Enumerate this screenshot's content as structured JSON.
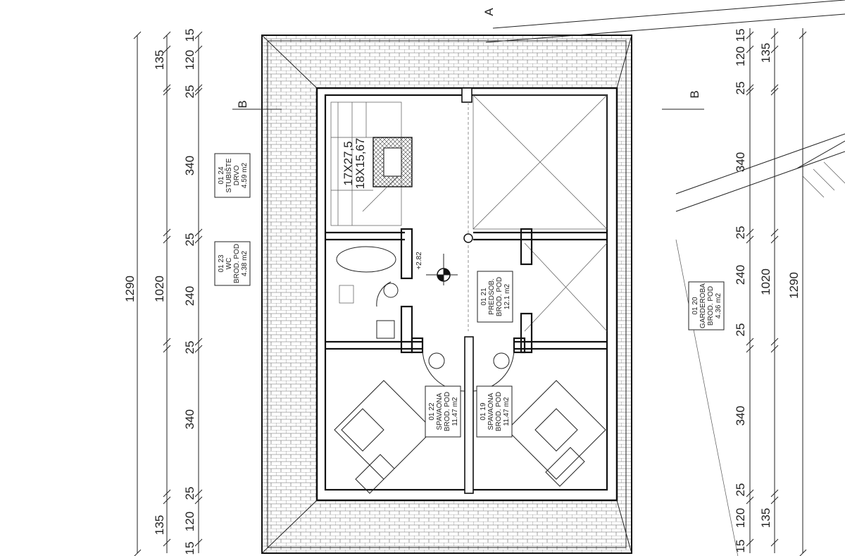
{
  "title": "Attic floor plan",
  "section_markers": {
    "a": "A",
    "b_left": "B",
    "b_right": "B"
  },
  "stair": {
    "dim1": "17X27,5",
    "dim2": "18X15,67"
  },
  "elevation": "+2.82",
  "rooms": [
    {
      "lines": [
        "01  24",
        "STUBIŠTE",
        "DRVO",
        "4.59  m2"
      ]
    },
    {
      "lines": [
        "01  23",
        "WC",
        "BROD.  POD",
        "4.38  m2"
      ]
    },
    {
      "lines": [
        "01  21",
        "PREDSOB.",
        "BROD.  POD",
        "12.1  m2"
      ]
    },
    {
      "lines": [
        "01  22",
        "SPAVAONA",
        "BROD.  POD",
        "11.47  m2"
      ]
    },
    {
      "lines": [
        "01  19",
        "SPAVAONA",
        "BROD.  POD",
        "11.47  m2"
      ]
    },
    {
      "lines": [
        "01  20",
        "GARDEROBA",
        "BROD.  POD",
        "4.36  m2"
      ]
    }
  ],
  "dims_left_inner": [
    "15",
    "120",
    "25",
    "340",
    "25",
    "240",
    "25",
    "340",
    "25",
    "120",
    "15"
  ],
  "dims_left_mid": [
    "135",
    "1020",
    "135"
  ],
  "dims_left_outer": [
    "1290"
  ],
  "dims_right_inner": [
    "15",
    "120",
    "25",
    "340",
    "25",
    "240",
    "25",
    "340",
    "25",
    "120",
    "15"
  ],
  "dims_right_mid": [
    "135",
    "1020",
    "135"
  ],
  "dims_right_outer": [
    "1290"
  ]
}
